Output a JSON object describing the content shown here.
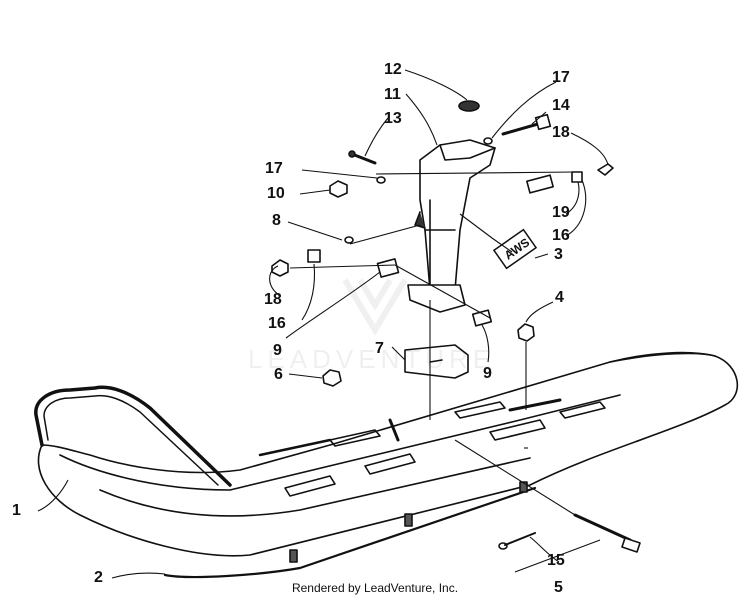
{
  "callouts": [
    "1",
    "2",
    "3",
    "4",
    "5",
    "6",
    "7",
    "8",
    "9",
    "9",
    "10",
    "11",
    "12",
    "13",
    "14",
    "15",
    "16",
    "16",
    "17",
    "17",
    "18",
    "18",
    "19"
  ],
  "decal_text": "AWS",
  "watermark": "LEADVENTURE",
  "footer": "Rendered by LeadVenture, Inc."
}
